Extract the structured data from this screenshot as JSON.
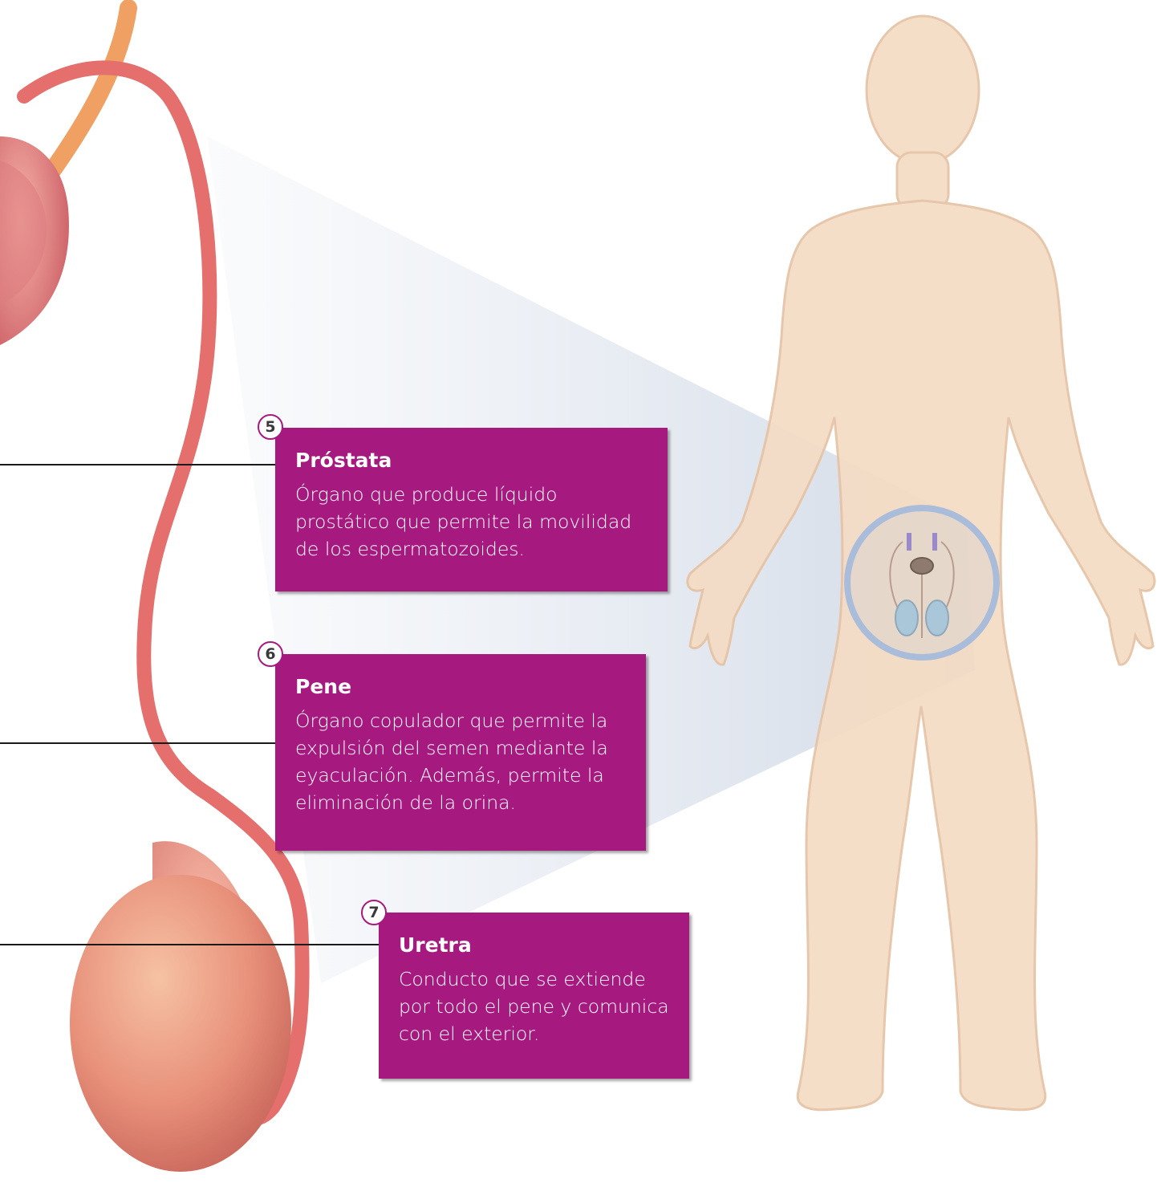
{
  "colors": {
    "card_bg": "#a6197f",
    "card_text": "#ffffff",
    "skin": "#f5dcc4",
    "organ": "#e8857f",
    "zoom_ring": "#a9bcd9",
    "leader": "#1a1a1a"
  },
  "callouts": [
    {
      "number": "5",
      "title": "Próstata",
      "description": "Órgano que produce líquido prostático que permite la movilidad de los espermatozoides."
    },
    {
      "number": "6",
      "title": "Pene",
      "description": "Órgano copulador que permite la expulsión del semen mediante la eyaculación. Además, permite la eliminación de la orina."
    },
    {
      "number": "7",
      "title": "Uretra",
      "description": "Conducto que se extiende por todo el pene y comunica con el exterior."
    }
  ]
}
